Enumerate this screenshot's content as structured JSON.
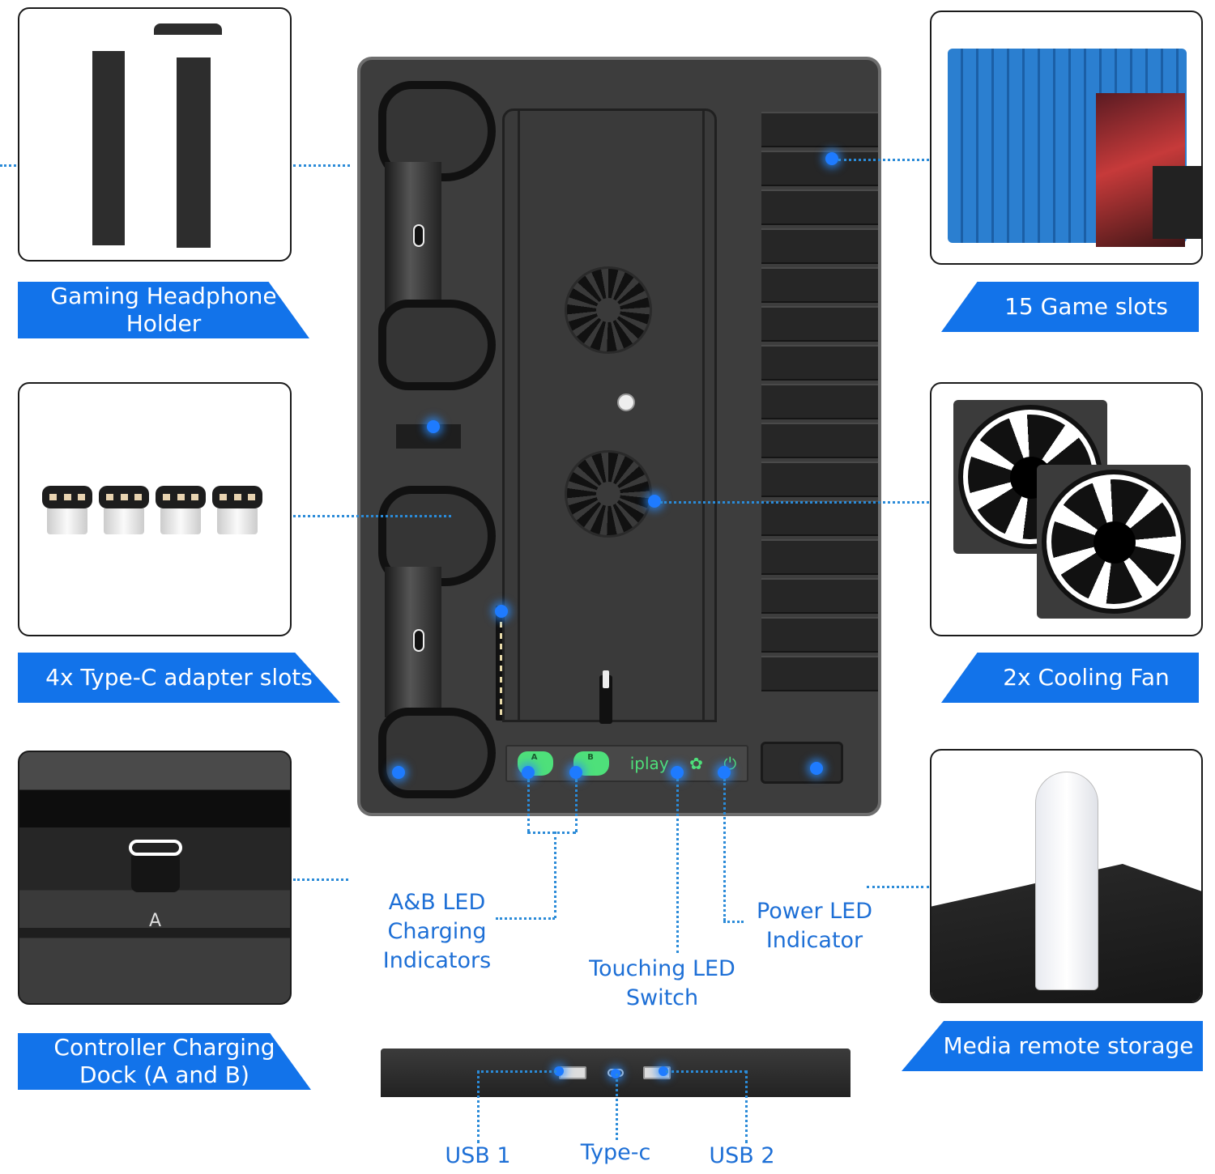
{
  "labels": {
    "headphone_holder": [
      "Gaming Headphone",
      "Holder"
    ],
    "type_c_adapters": "4x Type-C adapter slots",
    "charging_dock": [
      "Controller Charging",
      "Dock (A and B)"
    ],
    "game_slots": "15 Game slots",
    "cooling_fan": "2x Cooling Fan",
    "media_remote": "Media remote storage"
  },
  "callouts": {
    "ab_led": [
      "A&B LED",
      "Charging",
      "Indicators"
    ],
    "touch_led": [
      "Touching LED",
      "Switch"
    ],
    "power_led": [
      "Power LED",
      "Indicator"
    ]
  },
  "ports": {
    "usb1": "USB 1",
    "typec": "Type-c",
    "usb2": "USB 2"
  },
  "dock": {
    "brand": "iplay",
    "controller_a": "A",
    "controller_b": "B",
    "game_slot_count": 15,
    "fan_count": 2,
    "adapter_count": 4
  },
  "panel_details": {
    "dock_letter": "A"
  },
  "colors": {
    "banner_blue": "#1273ea",
    "callout_blue": "#1d6fd6",
    "led_green": "#4ee07a",
    "dock_gray": "#3d3d3d"
  }
}
